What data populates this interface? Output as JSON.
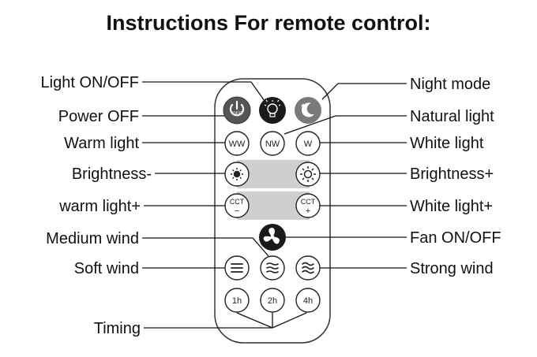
{
  "title": "Instructions For remote control:",
  "labels_left": {
    "light_onoff": "Light ON/OFF",
    "power_off": "Power OFF",
    "warm_light": "Warm light",
    "brightness_minus": "Brightness-",
    "warm_light_plus": "warm light+",
    "medium_wind": "Medium wind",
    "soft_wind": "Soft wind",
    "timing": "Timing"
  },
  "labels_right": {
    "night_mode": "Night mode",
    "natural_light": "Natural light",
    "white_light": "White light",
    "brightness_plus": "Brightness+",
    "white_light_plus": "White light+",
    "fan_onoff": "Fan ON/OFF",
    "strong_wind": "Strong wind"
  },
  "buttons": {
    "off_text": "OFF",
    "ww": "WW",
    "nw": "NW",
    "w": "W",
    "cct": "CCT",
    "minus": "−",
    "plus": "+",
    "t1": "1h",
    "t2": "2h",
    "t4": "4h"
  },
  "colors": {
    "power_button": "#555555",
    "light_button": "#1a1a1a",
    "night_button": "#7a7a7a",
    "fan_icon": "#1a1a1a",
    "gray_band": "#cfcfcf"
  }
}
